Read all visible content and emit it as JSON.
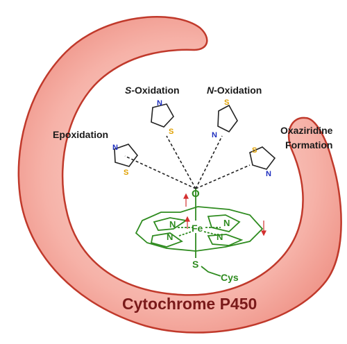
{
  "labels": {
    "s_oxidation_prefix": "S",
    "s_oxidation_rest": "-Oxidation",
    "n_oxidation_prefix": "N",
    "n_oxidation_rest": "-Oxidation",
    "epoxidation": "Epoxidation",
    "oxaziridine_line1": "Oxaziridine",
    "oxaziridine_line2": "Formation",
    "title": "Cytochrome P450"
  },
  "atoms": {
    "oxygen": "O",
    "iron": "Fe",
    "sulfur": "S",
    "cys": "Cys",
    "nitrogen": "N",
    "thiazole_s": "S",
    "thiazole_n": "N"
  },
  "colors": {
    "protein_fill": "#f4a49a",
    "protein_edge": "#c0392b",
    "heme": "#2e8b1f",
    "title": "#7a1a1a",
    "thiazole_n": "#1f2fbf",
    "thiazole_s": "#e0a000",
    "arrow": "#d32f2f"
  },
  "icons": [
    "protein-shell",
    "heme-porphyrin",
    "thiazole-ring",
    "red-arrow"
  ]
}
